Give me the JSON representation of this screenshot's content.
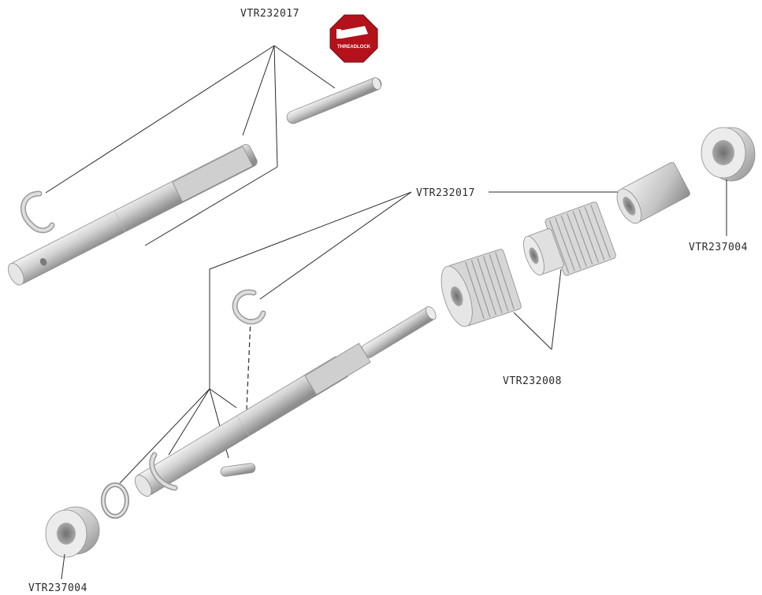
{
  "labels": {
    "top_shaft_kit": "VTR232017",
    "middle_shaft_kit": "VTR232017",
    "right_bearing": "VTR237004",
    "gears": "VTR232008",
    "bottom_bearing": "VTR237004"
  },
  "threadlock_badge": {
    "text": "THREADLOCK",
    "color": "#b3121b"
  },
  "colors": {
    "part_light": "#f0f0f0",
    "part_mid": "#c9c9c9",
    "part_dark": "#8c8c8c",
    "line": "#2b2b2b"
  }
}
